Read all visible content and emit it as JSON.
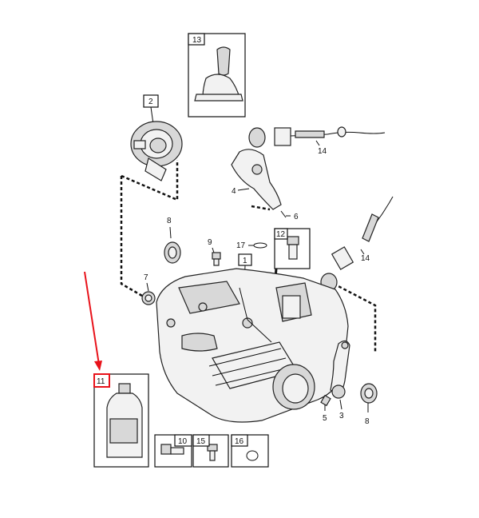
{
  "accent_color": "#e8121a",
  "callouts": {
    "c1": "1",
    "c2": "2",
    "c3": "3",
    "c4": "4",
    "c5": "5",
    "c6": "6",
    "c7": "7",
    "c8a": "8",
    "c8b": "8",
    "c9": "9",
    "c10": "10",
    "c11": "11",
    "c12": "12",
    "c13": "13",
    "c14a": "14",
    "c14b": "14",
    "c15": "15",
    "c16": "16",
    "c17": "17"
  }
}
